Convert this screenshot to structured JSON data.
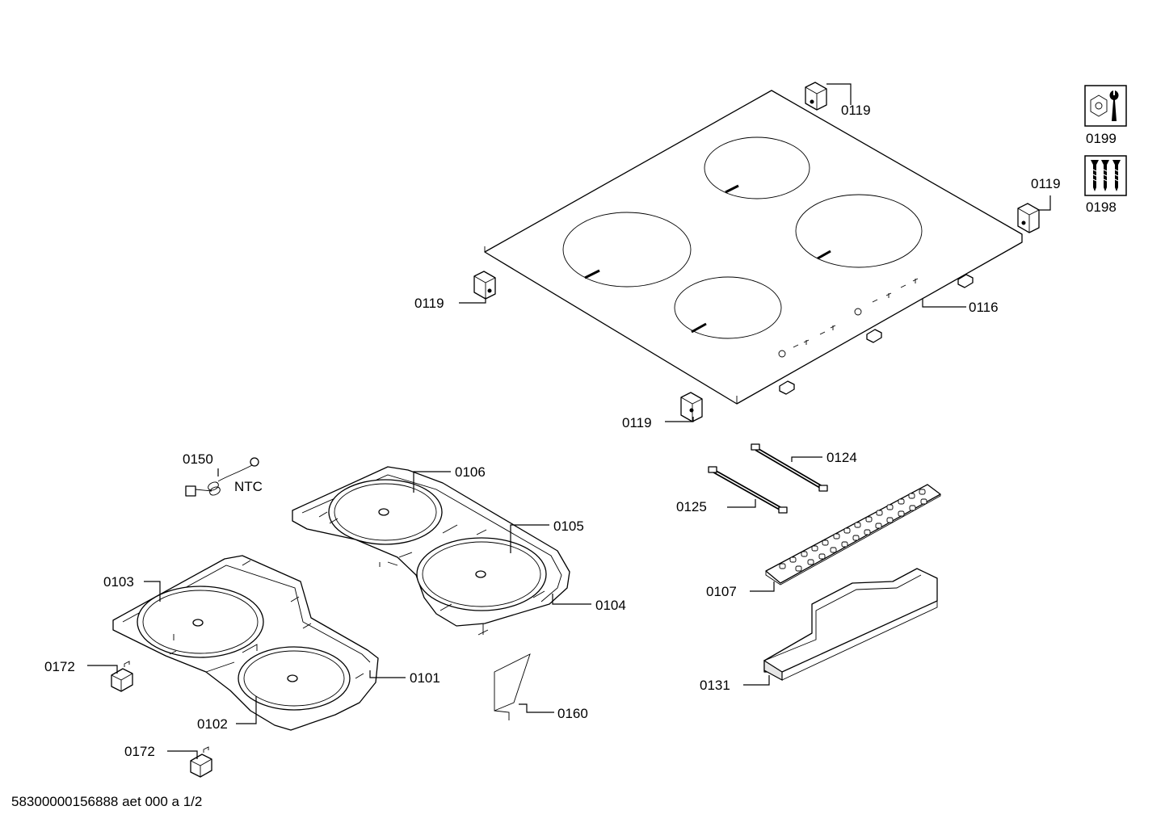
{
  "labels": {
    "p0119": "0119",
    "p0199": "0199",
    "p0198": "0198",
    "p0116": "0116",
    "p0124": "0124",
    "p0125": "0125",
    "p0150": "0150",
    "ntc": "NTC",
    "p0106": "0106",
    "p0105": "0105",
    "p0104": "0104",
    "p0103": "0103",
    "p0107": "0107",
    "p0172": "0172",
    "p0101": "0101",
    "p0160": "0160",
    "p0131": "0131",
    "p0102": "0102"
  },
  "footer": "58300000156888 aet 000 a 1/2",
  "icons": {
    "service": "wrench-nut-icon",
    "screws": "screws-icon"
  }
}
